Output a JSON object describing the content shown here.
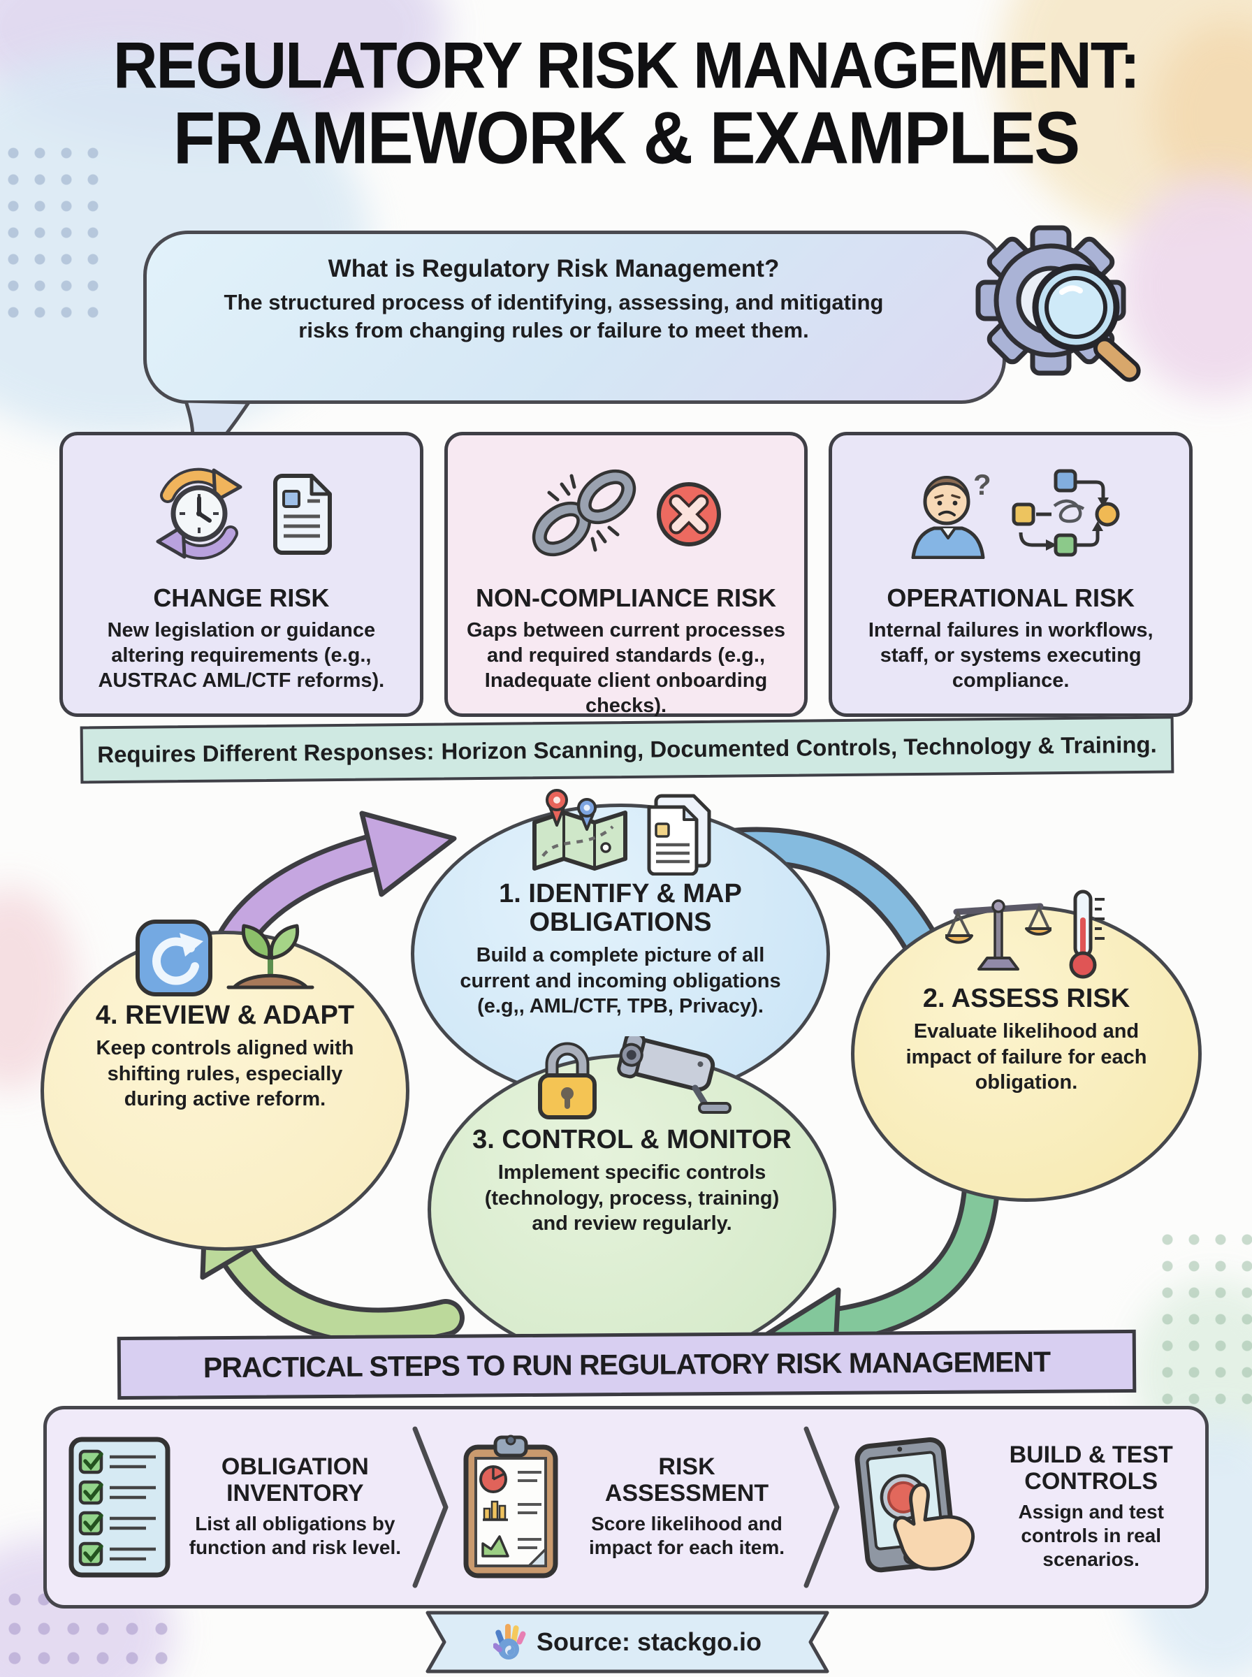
{
  "title": {
    "line1": "REGULATORY RISK MANAGEMENT:",
    "line2": "FRAMEWORK & EXAMPLES"
  },
  "intro": {
    "heading": "What is Regulatory Risk Management?",
    "body": "The structured process of identifying, assessing, and mitigating risks from changing rules or failure to meet them."
  },
  "risk_cards": [
    {
      "title": "CHANGE RISK",
      "body": "New legislation or guidance altering requirements (e.g., AUSTRAC AML/CTF reforms)."
    },
    {
      "title": "NON-COMPLIANCE RISK",
      "body": "Gaps between current processes and required standards (e.g., Inadequate client onboarding checks)."
    },
    {
      "title": "OPERATIONAL RISK",
      "body": "Internal failures in workflows, staff, or systems executing compliance."
    }
  ],
  "responses_banner": {
    "lead": "Requires Different Responses:",
    "rest": "Horizon Scanning, Documented Controls, Technology & Training."
  },
  "cycle": [
    {
      "title": "1. IDENTIFY & MAP OBLIGATIONS",
      "body": "Build a complete picture of all current and incoming obligations (e.g,, AML/CTF, TPB, Privacy)."
    },
    {
      "title": "2. ASSESS RISK",
      "body": "Evaluate likelihood and impact of failure for each obligation."
    },
    {
      "title": "3. CONTROL & MONITOR",
      "body": "Implement specific controls (technology, process, training) and review regularly."
    },
    {
      "title": "4. REVIEW & ADAPT",
      "body": "Keep controls aligned with shifting rules, especially during active reform."
    }
  ],
  "practical": {
    "heading": "PRACTICAL STEPS TO RUN REGULATORY RISK MANAGEMENT",
    "steps": [
      {
        "title": "OBLIGATION INVENTORY",
        "body": "List all obligations by function and risk level."
      },
      {
        "title": "RISK ASSESSMENT",
        "body": "Score likelihood and impact for each item."
      },
      {
        "title": "BUILD & TEST CONTROLS",
        "body": "Assign and test controls in real scenarios."
      }
    ]
  },
  "footer": {
    "source": "Source: stackgo.io"
  },
  "icons": [
    "gear-magnifier-icon",
    "clock-refresh-icon",
    "document-icon",
    "broken-chain-icon",
    "x-circle-icon",
    "confused-person-icon",
    "flowchart-icon",
    "map-pins-icon",
    "documents-icon",
    "balance-scale-icon",
    "thermometer-icon",
    "padlock-icon",
    "cctv-camera-icon",
    "refresh-icon",
    "sprout-icon",
    "checklist-icon",
    "clipboard-charts-icon",
    "tablet-touch-icon",
    "hand-logo-icon",
    "chevron-separator-icon"
  ],
  "colors": {
    "card_lavender": "#e9e6f7",
    "card_pink": "#f7e9f2",
    "banner_teal": "#cfe9e2",
    "banner_lavender": "#d8cff1",
    "ellipse_identify": "#cfe4f6",
    "ellipse_assess": "#f9efc2",
    "ellipse_control": "#dcedd0",
    "ellipse_review": "#f9efc6",
    "arrow_purple": "#c5a6e0",
    "arrow_blue": "#85bbdf",
    "arrow_green": "#83c79b",
    "arrow_lightgreen": "#bcd99b",
    "footer_ribbon": "#dcecf7"
  }
}
